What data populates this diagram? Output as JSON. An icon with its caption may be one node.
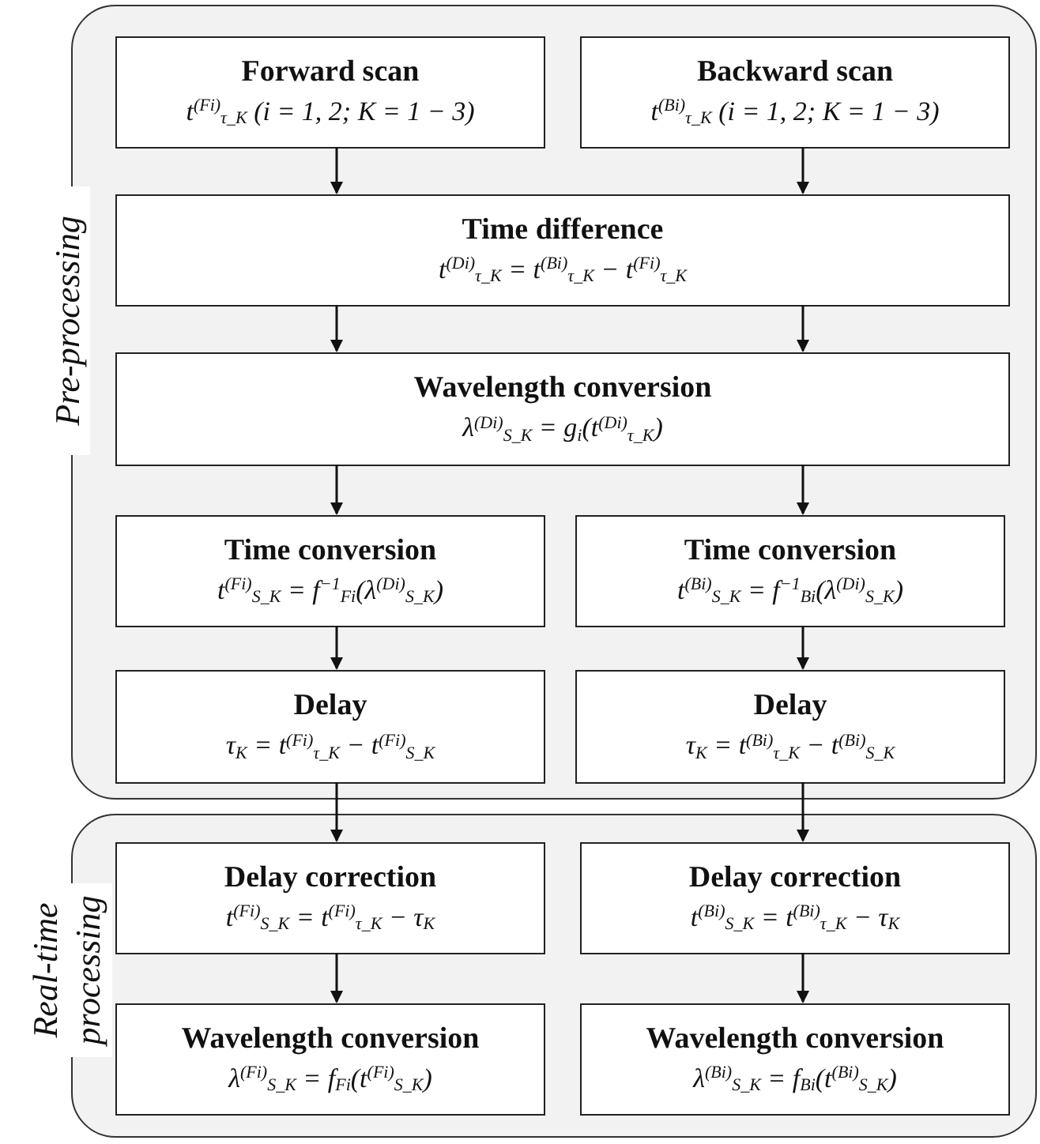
{
  "diagram": {
    "nodes": [
      {
        "text": [
          "Pre-processing"
        ]
      },
      {
        "text": [
          "Forward scan",
          "t$^{(Fi)}$$_{τ_K}$ (i = 1, 2; K = 1 − 3)"
        ],
        "in": 0
      },
      {
        "text": [
          "Backward scan",
          "t$^{(Bi)}$$_{τ_K}$ (i = 1, 2; K = 1 − 3)"
        ],
        "in": 0
      },
      {
        "text": [
          "Time difference",
          "t$^{(Di)}$$_{τ_K}$ = t$^{(Bi)}$$_{τ_K}$ − t$^{(Fi)}$$_{τ_K}$"
        ],
        "in": 0
      },
      {
        "text": [
          "Wavelength conversion",
          "λ$^{(Di)}$$_{S_K}$ = g$_{i}$(t$^{(Di)}$$_{τ_K}$)"
        ],
        "in": 0
      },
      {
        "text": [
          "Time conversion",
          "t$^{(Fi)}$$_{S_K}$ = f$^{−1}$$_{Fi}$(λ$^{(Di)}$$_{S_K}$)"
        ],
        "in": 0
      },
      {
        "text": [
          "Time conversion",
          "t$^{(Bi)}$$_{S_K}$ = f$^{−1}$$_{Bi}$(λ$^{(Di)}$$_{S_K}$)"
        ],
        "in": 0
      },
      {
        "text": [
          "Delay",
          "τ$_{K}$ = t$^{(Fi)}$$_{τ_K}$ − t$^{(Fi)}$$_{S_K}$"
        ],
        "in": 0
      },
      {
        "text": [
          "Delay",
          "τ$_{K}$ = t$^{(Bi)}$$_{τ_K}$ − t$^{(Bi)}$$_{S_K}$"
        ],
        "in": 0
      },
      {
        "text": [
          "Real-time processing"
        ]
      },
      {
        "text": [
          "Delay correction",
          "t$^{(Fi)}$$_{S_K}$ = t$^{(Fi)}$$_{τ_K}$ − τ$_{K}$"
        ],
        "in": 9
      },
      {
        "text": [
          "Delay correction",
          "t$^{(Bi)}$$_{S_K}$ = t$^{(Bi)}$$_{τ_K}$ − τ$_{K}$"
        ],
        "in": 9
      },
      {
        "text": [
          "Wavelength conversion",
          "λ$^{(Fi)}$$_{S_K}$ = f$_{Fi}$(t$^{(Fi)}$$_{S_K}$)"
        ],
        "in": 9
      },
      {
        "text": [
          "Wavelength conversion",
          "λ$^{(Bi)}$$_{S_K}$ = f$_{Bi}$(t$^{(Bi)}$$_{S_K}$)"
        ],
        "in": 9
      }
    ],
    "edges": [
      {
        "from": 1,
        "to": 3,
        "arrow": "to"
      },
      {
        "from": 2,
        "to": 3,
        "arrow": "to"
      },
      {
        "from": 3,
        "to": 4,
        "arrow": "to"
      },
      {
        "from": 3,
        "to": 4,
        "arrow": "to"
      },
      {
        "from": 4,
        "to": 5,
        "arrow": "to"
      },
      {
        "from": 4,
        "to": 6,
        "arrow": "to"
      },
      {
        "from": 5,
        "to": 7,
        "arrow": "to"
      },
      {
        "from": 6,
        "to": 8,
        "arrow": "to"
      },
      {
        "from": 7,
        "to": 10,
        "arrow": "to"
      },
      {
        "from": 8,
        "to": 11,
        "arrow": "to"
      },
      {
        "from": 10,
        "to": 12,
        "arrow": "to"
      },
      {
        "from": 11,
        "to": 13,
        "arrow": "to"
      }
    ]
  }
}
